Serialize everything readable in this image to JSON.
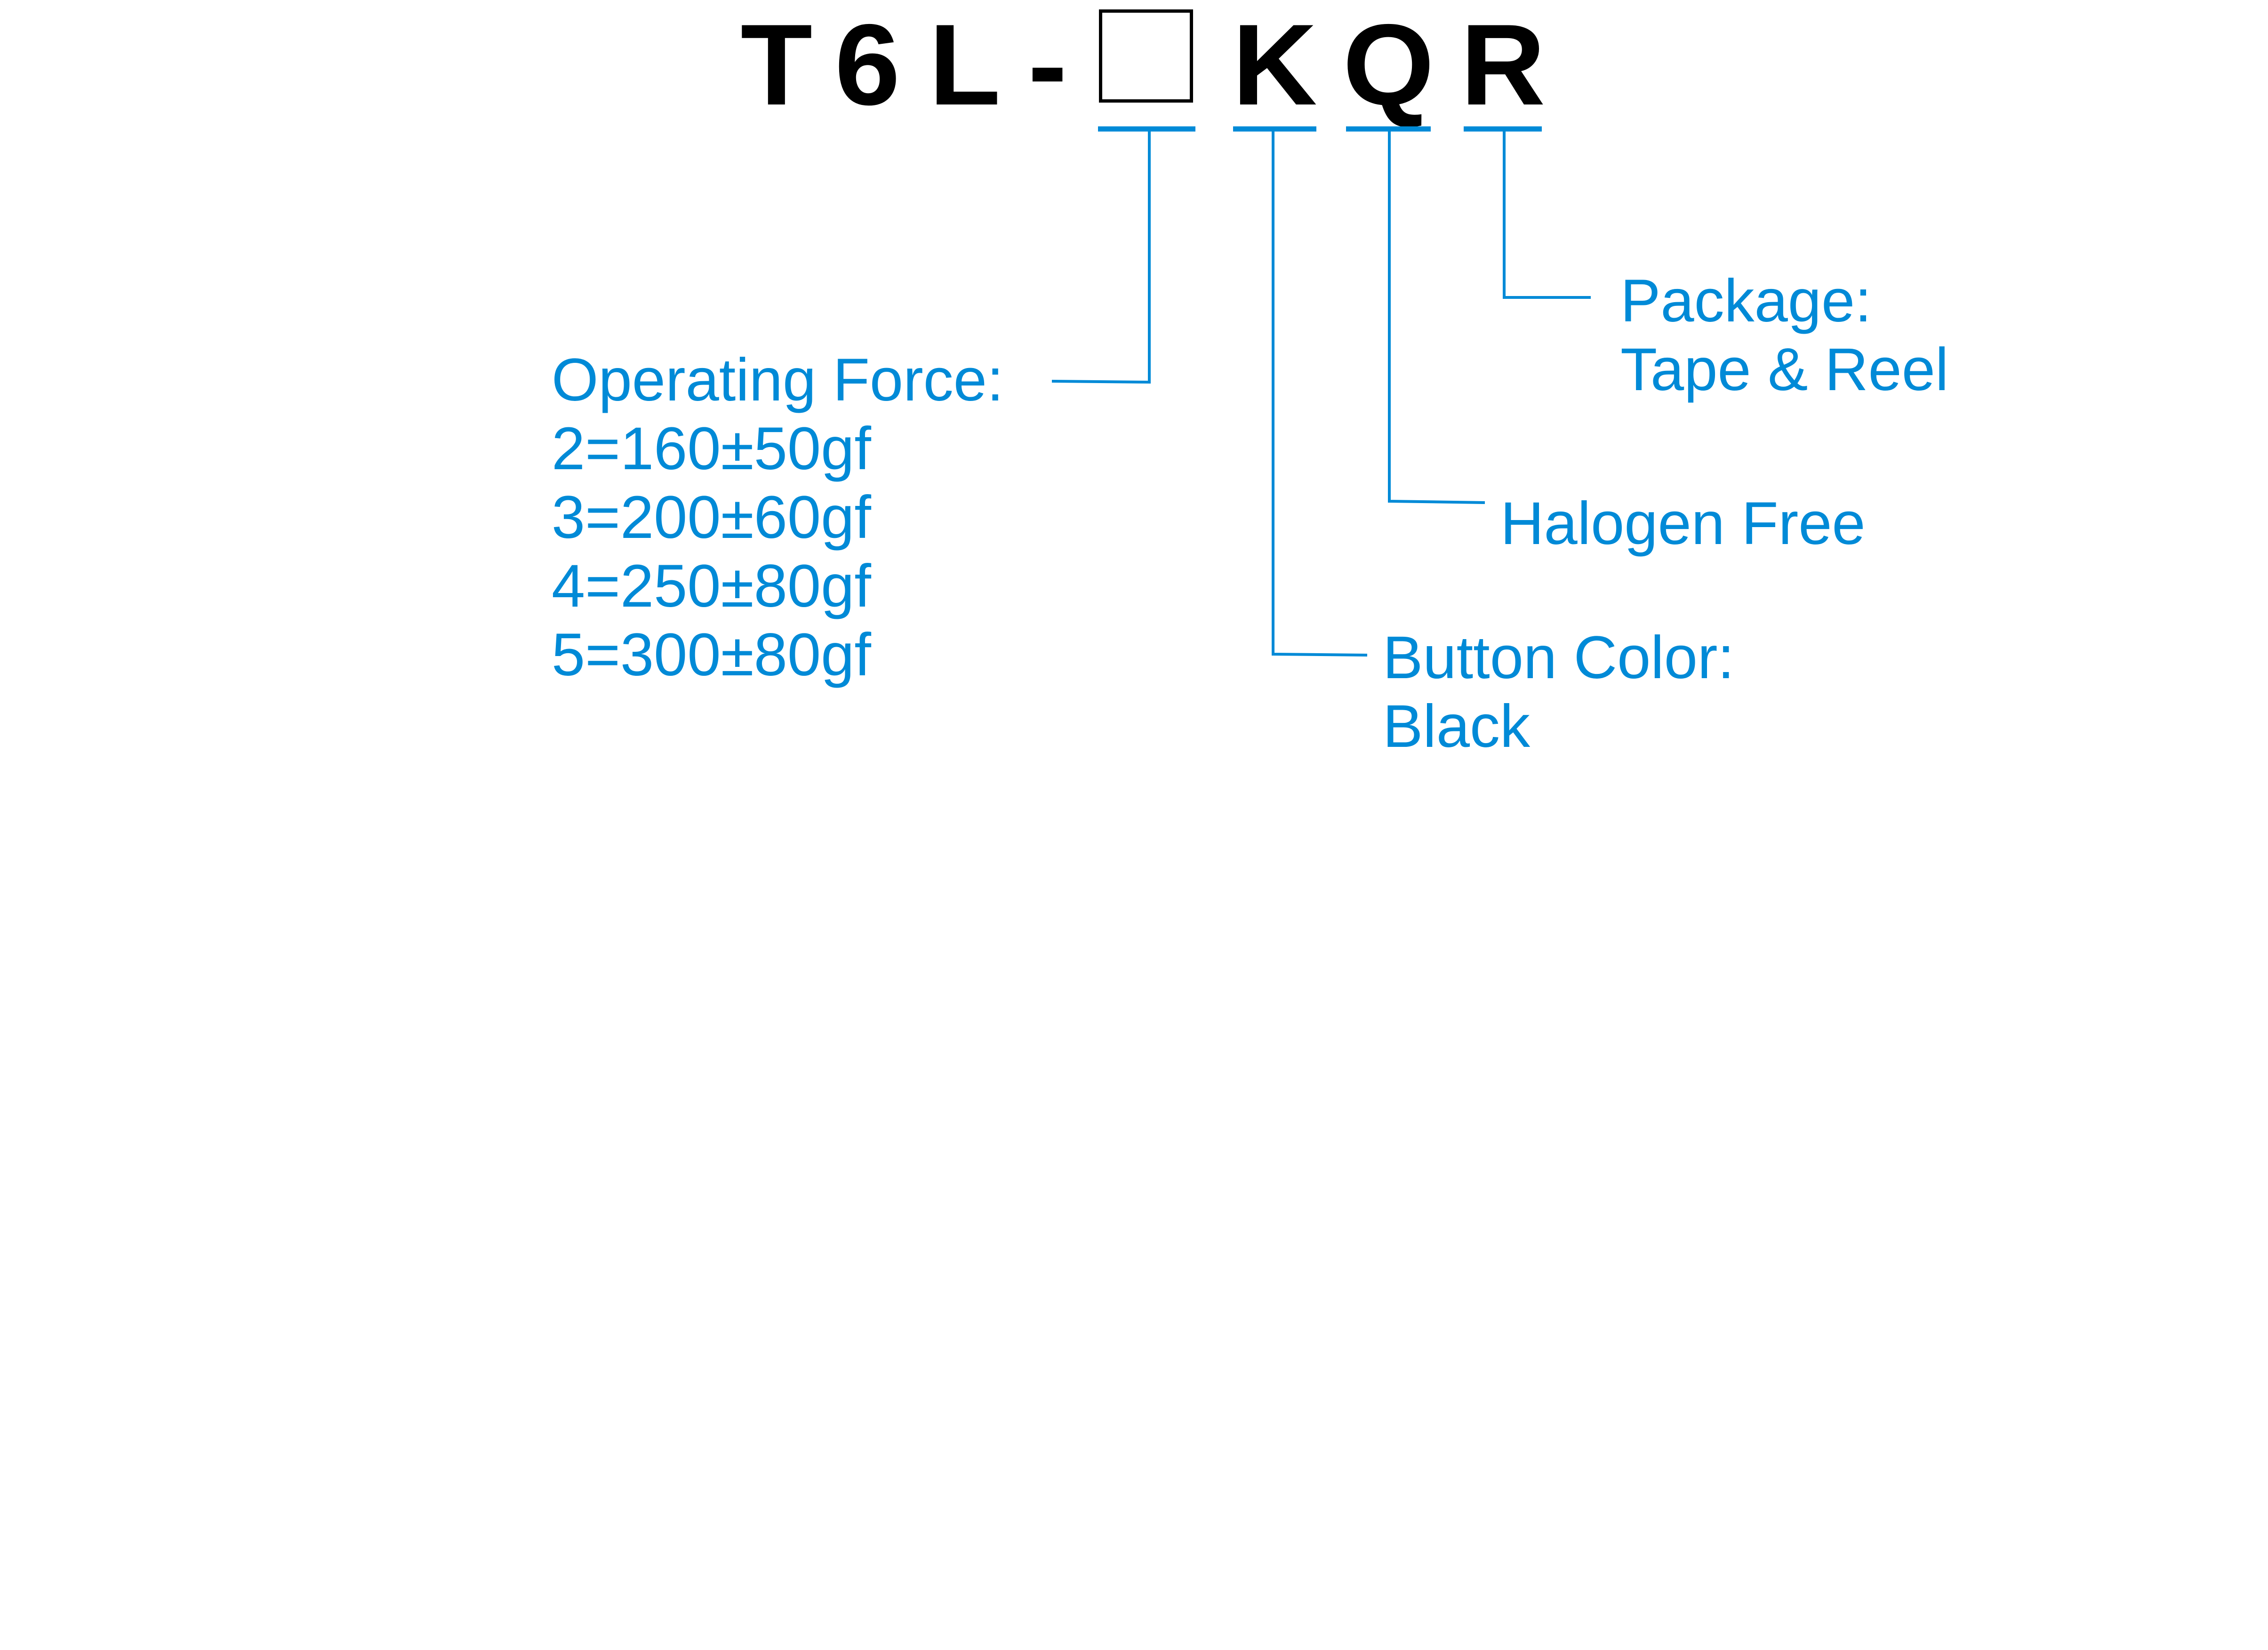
{
  "part_number": {
    "prefix": [
      "T",
      "6",
      "L",
      "-"
    ],
    "slot_placeholder": "",
    "suffix": [
      "K",
      "Q",
      "R"
    ]
  },
  "accent_color": "#008ad7",
  "fields": {
    "operating_force": {
      "title": "Operating Force:",
      "options": [
        "2=160±50gf",
        "3=200±60gf",
        "4=250±80gf",
        "5=300±80gf"
      ]
    },
    "button_color": {
      "title": "Button Color:",
      "value": "Black"
    },
    "halogen": {
      "title": "Halogen Free"
    },
    "package": {
      "title": "Package:",
      "value": "Tape & Reel"
    }
  }
}
